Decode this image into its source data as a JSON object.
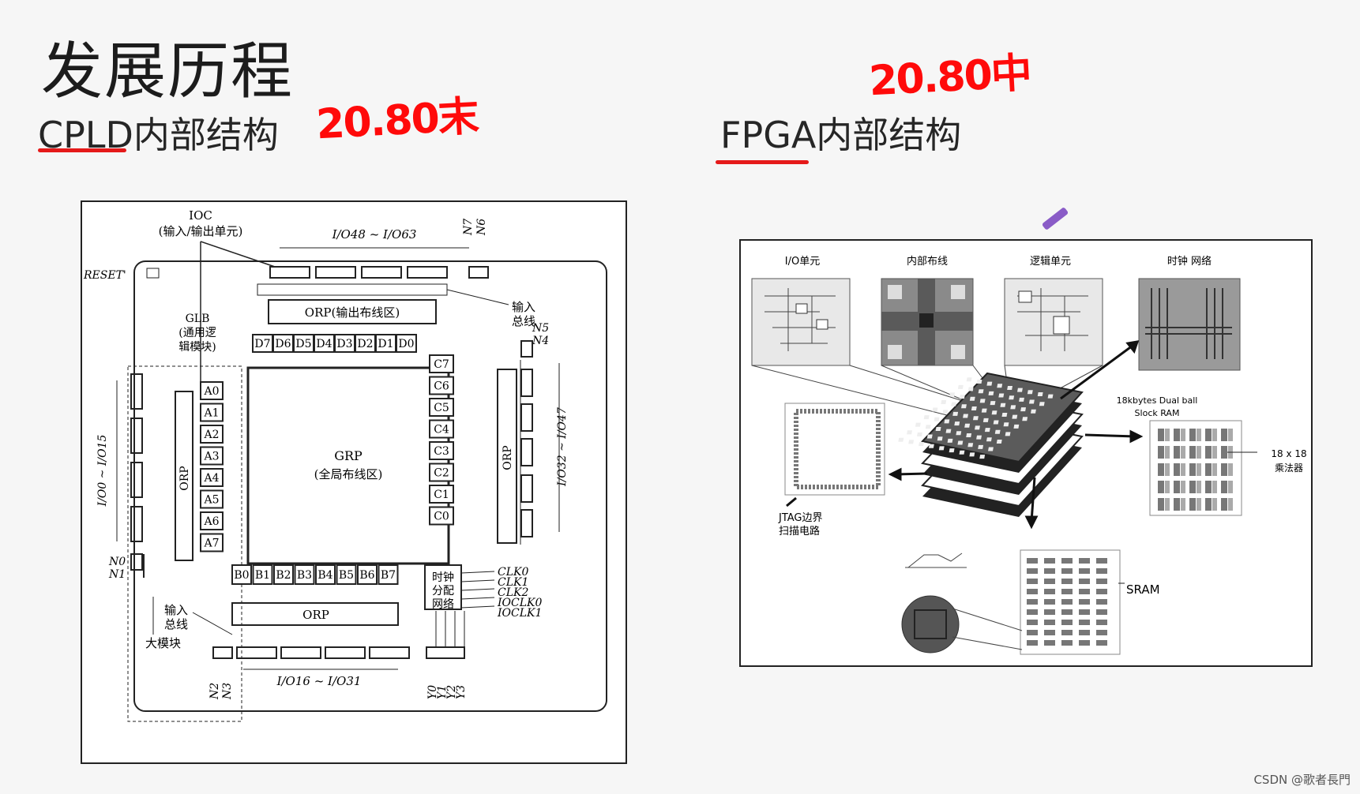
{
  "page": {
    "title": "发展历程",
    "watermark": "CSDN @歌者長門"
  },
  "left": {
    "heading": "CPLD内部结构",
    "annotation": "20.80末"
  },
  "right": {
    "heading": "FPGA内部结构",
    "annotation": "20.80中"
  },
  "cpld": {
    "ioc_label": "IOC",
    "ioc_sub": "(输入/输出单元)",
    "reset": "RESET'",
    "io_top": "I/O48 ~ I/O63",
    "n7": "N7",
    "n6": "N6",
    "orp_top": "ORP(输出布线区)",
    "glb": "GLB",
    "glb_sub1": "(通用逻",
    "glb_sub2": "辑模块)",
    "in_bus": "输入",
    "in_bus2": "总线",
    "d_cells": [
      "D7",
      "D6",
      "D5",
      "D4",
      "D3",
      "D2",
      "D1",
      "D0"
    ],
    "a_cells": [
      "A0",
      "A1",
      "A2",
      "A3",
      "A4",
      "A5",
      "A6",
      "A7"
    ],
    "c_cells": [
      "C7",
      "C6",
      "C5",
      "C4",
      "C3",
      "C2",
      "C1",
      "C0"
    ],
    "b_cells": [
      "B0",
      "B1",
      "B2",
      "B3",
      "B4",
      "B5",
      "B6",
      "B7"
    ],
    "grp": "GRP",
    "grp_sub": "(全局布线区)",
    "orp": "ORP",
    "n5": "N5",
    "n4": "N4",
    "io_left": "I/O0 ~ I/O15",
    "io_right": "I/O32 ~ I/O47",
    "n0": "N0",
    "n1": "N1",
    "clock1": "时钟",
    "clock2": "分配",
    "clock3": "网络",
    "clk": [
      "CLK0",
      "CLK1",
      "CLK2",
      "IOCLK0",
      "IOCLK1"
    ],
    "big_block": "大模块",
    "n2": "N2",
    "n3": "N3",
    "io_bottom": "I/O16 ~ I/O31",
    "y": [
      "Y0",
      "Y1",
      "Y2",
      "Y3"
    ]
  },
  "fpga": {
    "io_unit": "I/O单元",
    "routing": "内部布线",
    "logic": "逻辑单元",
    "clock_net": "时钟  网络",
    "bram1": "18kbytes Dual ball",
    "bram2": "Slock RAM",
    "mult1": "18 x 18",
    "mult2": "乘法器",
    "jtag1": "JTAG边界",
    "jtag2": "扫描电路",
    "sram": "SRAM"
  }
}
